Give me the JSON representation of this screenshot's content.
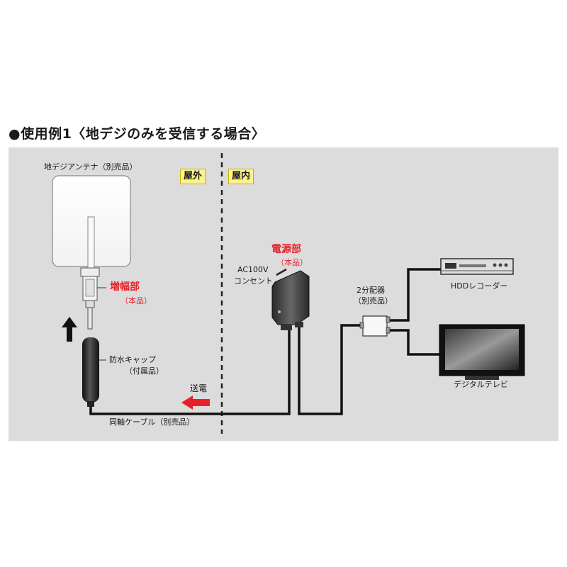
{
  "title": "●使用例1〈地デジのみを受信する場合〉",
  "zones": {
    "outdoor": "屋外",
    "indoor": "屋内"
  },
  "labels": {
    "antenna": "地デジアンテナ（別売品）",
    "amplifier": "増幅部",
    "amplifier_sub": "（本品）",
    "waterproof_cap_1": "防水キャップ",
    "waterproof_cap_2": "（付属品）",
    "power_feed": "送電",
    "coax_cable": "同軸ケーブル（別売品）",
    "power_unit": "電源部",
    "power_unit_sub": "（本品）",
    "ac100v_1": "AC100V",
    "ac100v_2": "コンセント",
    "splitter_1": "2分配器",
    "splitter_2": "（別売品）",
    "hdd_recorder": "HDDレコーダー",
    "digital_tv": "デジタルテレビ"
  },
  "colors": {
    "panel": "#dcdcdc",
    "highlight_red": "#e8202a",
    "zone_badge": "#fff28a",
    "cable": "#1a1a1a"
  }
}
